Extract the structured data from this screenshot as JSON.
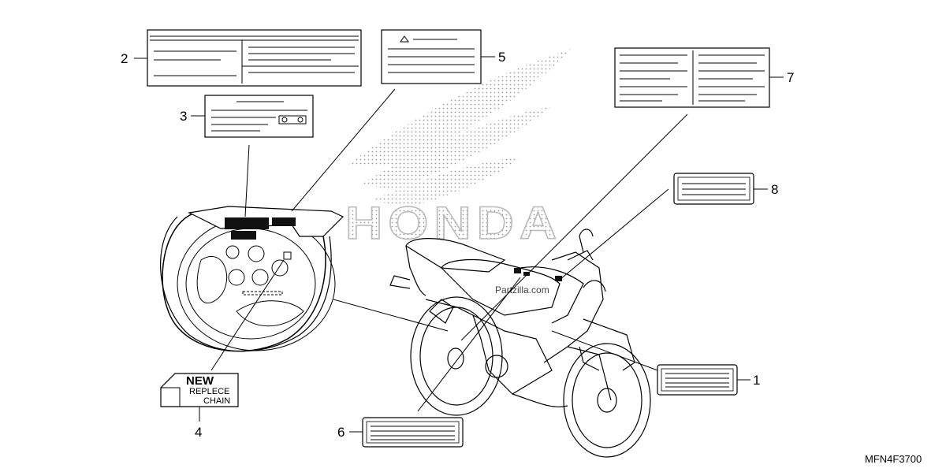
{
  "callouts": {
    "c1": "1",
    "c2": "2",
    "c3": "3",
    "c4": "4",
    "c5": "5",
    "c6": "6",
    "c7": "7",
    "c8": "8"
  },
  "chain_label": {
    "line1": "NEW",
    "line2": "REPLECE",
    "line3": "CHAIN"
  },
  "brand_watermark": "HONDA",
  "site_watermark": "Partzilla.com",
  "diagram_code": "MFN4F3700"
}
